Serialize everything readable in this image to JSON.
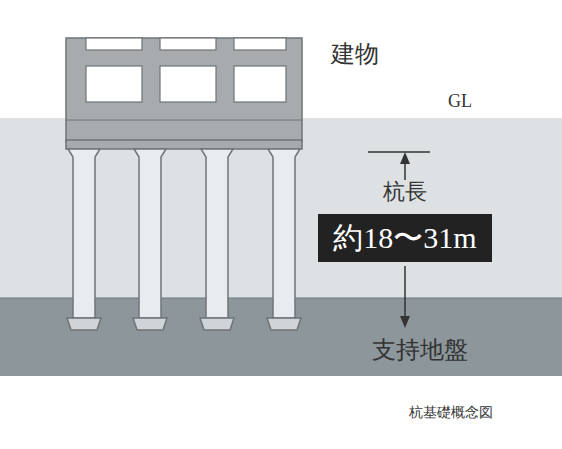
{
  "diagram": {
    "caption": "杭基礎概念図",
    "nodes": [
      {
        "text": [
          "約18〜31m"
        ]
      }
    ],
    "labels": [
      "建物",
      "GL",
      "杭長",
      "支持地盤"
    ]
  }
}
